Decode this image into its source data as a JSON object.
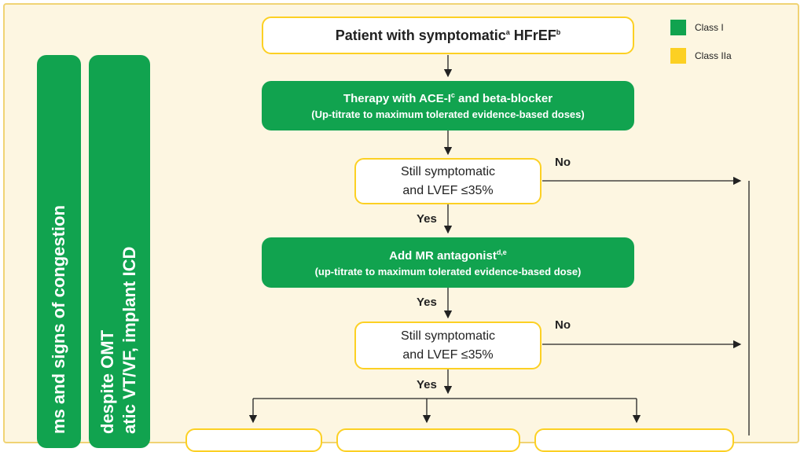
{
  "legend": {
    "class1": {
      "label": "Class I",
      "color": "#11a34f"
    },
    "class2a": {
      "label": "Class IIa",
      "color": "#fcd023"
    }
  },
  "side": {
    "pill1": "ms and signs of congestion",
    "pill2_line1": "despite OMT",
    "pill2_line2": "atic VT/VF, implant ICD"
  },
  "flow": {
    "start": {
      "text": "Patient with symptomatic",
      "sup1": "a",
      "text2": " HFrEF",
      "sup2": "b"
    },
    "therapy": {
      "line1a": "Therapy with ACE-I",
      "line1sup": "c",
      "line1b": " and beta-blocker",
      "line2": "(Up-titrate to maximum tolerated evidence-based doses)"
    },
    "check1": {
      "line1": "Still symptomatic",
      "line2": "and LVEF ≤35%"
    },
    "mra": {
      "line1": "Add MR antagonist",
      "line1sup": "d,e",
      "line2": "(up-titrate to maximum tolerated evidence-based dose)"
    },
    "check2": {
      "line1": "Still symptomatic",
      "line2": "and LVEF ≤35%"
    },
    "labels": {
      "no1": "No",
      "yes1": "Yes",
      "yes2": "Yes",
      "no2": "No",
      "yes3": "Yes"
    }
  }
}
